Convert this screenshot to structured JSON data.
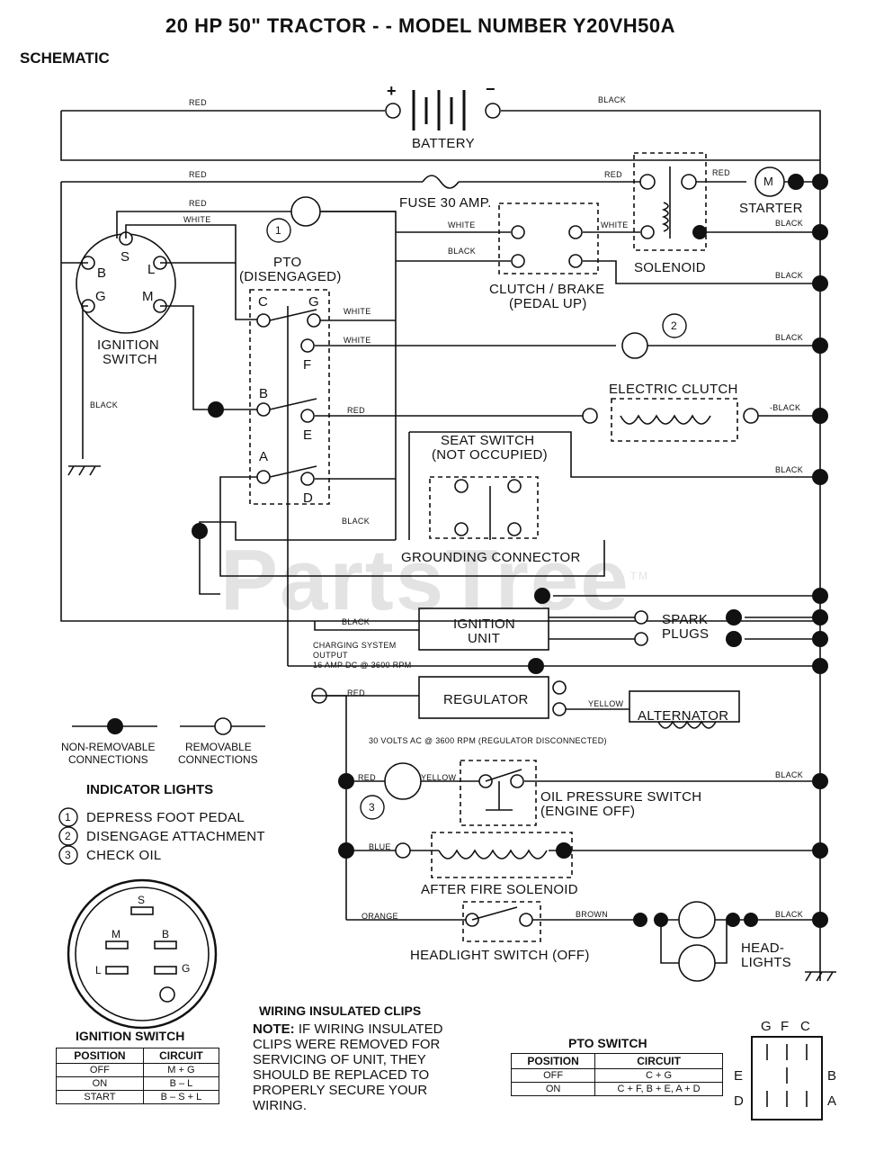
{
  "title": "20 HP 50\" TRACTOR - - MODEL NUMBER Y20VH50A",
  "section": "SCHEMATIC",
  "watermark": "PartsTree",
  "watermark_tm": "TM",
  "components": {
    "battery": "BATTERY",
    "plus": "+",
    "minus": "−",
    "fuse": "FUSE 30 AMP.",
    "starter": "STARTER",
    "motor": "M",
    "solenoid": "SOLENOID",
    "clutch_brake": "CLUTCH / BRAKE",
    "clutch_brake_state": "(PEDAL UP)",
    "ignition_switch": "IGNITION",
    "ignition_switch2": "SWITCH",
    "pto": "PTO",
    "pto_state": "(DISENGAGED)",
    "electric_clutch": "ELECTRIC CLUTCH",
    "seat_switch": "SEAT SWITCH",
    "seat_switch_state": "(NOT OCCUPIED)",
    "grounding_connector": "GROUNDING CONNECTOR",
    "ignition_unit": "IGNITION",
    "ignition_unit2": "UNIT",
    "spark_plugs": "SPARK",
    "spark_plugs2": "PLUGS",
    "regulator": "REGULATOR",
    "alternator": "ALTERNATOR",
    "charging_output": "CHARGING SYSTEM",
    "charging_output2": "OUTPUT",
    "charging_output3": "16 AMP DC @ 3600 RPM",
    "alt_note": "30 VOLTS AC @ 3600 RPM (REGULATOR DISCONNECTED)",
    "oil_switch": "OIL PRESSURE SWITCH",
    "oil_switch_state": "(ENGINE OFF)",
    "after_fire": "AFTER FIRE SOLENOID",
    "headlight_switch": "HEADLIGHT SWITCH (OFF)",
    "headlights": "HEAD-",
    "headlights2": "LIGHTS"
  },
  "terminals": {
    "ign": [
      "S",
      "B",
      "L",
      "G",
      "M"
    ],
    "pto": [
      "C",
      "G",
      "F",
      "B",
      "E",
      "A",
      "D"
    ]
  },
  "wires": {
    "red": "RED",
    "black": "BLACK",
    "white": "WHITE",
    "yellow": "YELLOW",
    "blue": "BLUE",
    "orange": "ORANGE",
    "brown": "BROWN",
    "neg_black": "-BLACK"
  },
  "legend": {
    "non_removable": "NON-REMOVABLE",
    "non_removable2": "CONNECTIONS",
    "removable": "REMOVABLE",
    "removable2": "CONNECTIONS"
  },
  "indicator_lights": {
    "title": "INDICATOR LIGHTS",
    "items": [
      {
        "num": "1",
        "label": "DEPRESS FOOT PEDAL"
      },
      {
        "num": "2",
        "label": "DISENGAGE ATTACHMENT"
      },
      {
        "num": "3",
        "label": "CHECK OIL"
      }
    ]
  },
  "ignition_table": {
    "title": "IGNITION SWITCH",
    "headers": [
      "POSITION",
      "CIRCUIT"
    ],
    "rows": [
      [
        "OFF",
        "M + G"
      ],
      [
        "ON",
        "B – L"
      ],
      [
        "START",
        "B – S + L"
      ]
    ]
  },
  "clips_note": {
    "title": "WIRING INSULATED CLIPS",
    "note_label": "NOTE:",
    "lines": [
      "IF WIRING INSULATED",
      "CLIPS WERE REMOVED FOR",
      "SERVICING OF UNIT, THEY",
      "SHOULD BE REPLACED TO",
      "PROPERLY SECURE YOUR",
      "WIRING."
    ]
  },
  "pto_table": {
    "title": "PTO SWITCH",
    "headers": [
      "POSITION",
      "CIRCUIT"
    ],
    "rows": [
      [
        "OFF",
        "C + G"
      ],
      [
        "ON",
        "C + F, B + E, A + D"
      ]
    ]
  },
  "pto_connector": {
    "top": [
      "G",
      "F",
      "C"
    ],
    "left": [
      "E",
      "D"
    ],
    "right": [
      "B",
      "A"
    ]
  }
}
